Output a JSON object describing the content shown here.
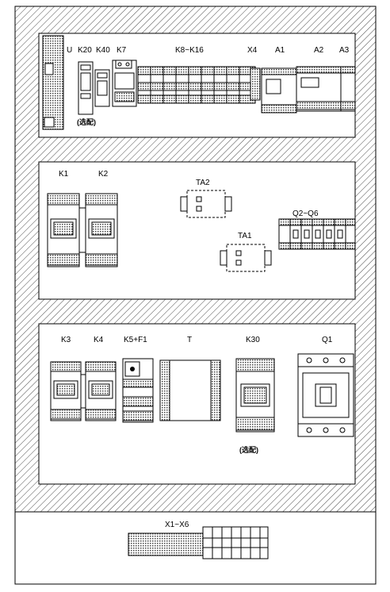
{
  "labels": {
    "U": "U",
    "K20": "K20",
    "K40": "K40",
    "K7": "K7",
    "K8_K16": "K8~K16",
    "X4": "X4",
    "A1": "A1",
    "A2": "A2",
    "A3": "A3",
    "optional_top": "(选配)",
    "K1": "K1",
    "K2": "K2",
    "TA2": "TA2",
    "TA1": "TA1",
    "Q2_Q6": "Q2~Q6",
    "K3": "K3",
    "K4": "K4",
    "K5_F1": "K5+F1",
    "T": "T",
    "K30": "K30",
    "Q1": "Q1",
    "optional_bottom": "(选配)",
    "X1_X6": "X1~X6"
  }
}
